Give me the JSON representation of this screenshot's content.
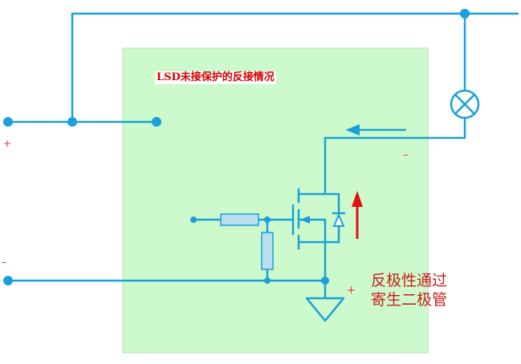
{
  "diagram": {
    "title": "LSD未接保护的反接情况",
    "polarity": {
      "left_top": "+",
      "left_bottom": "–",
      "load_side": "–",
      "ground_side": "+"
    },
    "note_line1": "反极性通过",
    "note_line2": "寄生二极管"
  },
  "colors": {
    "wire": "#1aa0d8",
    "module_fill": "#ccfacc",
    "component_fill": "#b8def0",
    "arrow_red": "#e01010",
    "text_red": "#c81e1e"
  }
}
